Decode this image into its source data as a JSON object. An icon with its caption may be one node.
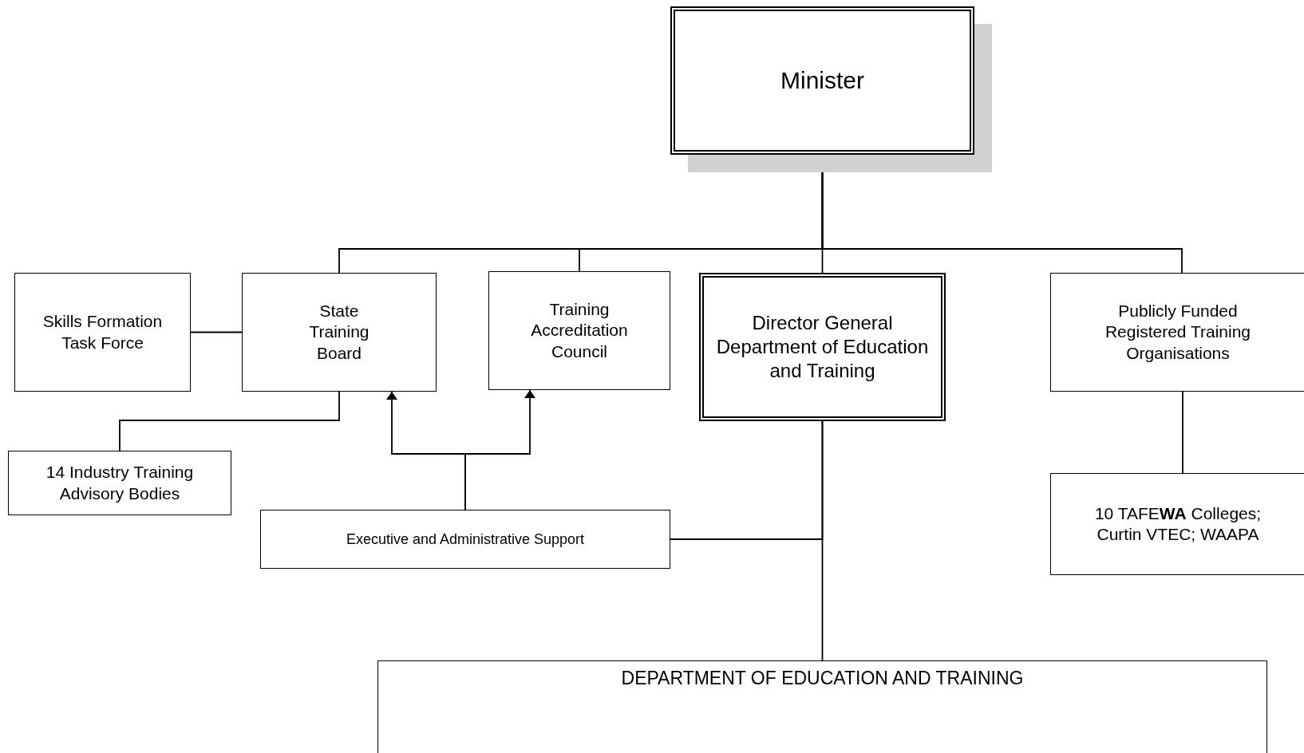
{
  "diagram": {
    "nodes": [
      {
        "text": [
          "Minister"
        ]
      },
      {
        "text": [
          "Skills Formation Task Force"
        ]
      },
      {
        "text": [
          "State Training Board"
        ]
      },
      {
        "text": [
          "Training Accreditation Council"
        ]
      },
      {
        "text": [
          "Director General Department of Education and Training"
        ]
      },
      {
        "text": [
          "Publicly Funded Registered Training Organisations"
        ]
      },
      {
        "text": [
          "14 Industry Training Advisory Bodies"
        ]
      },
      {
        "text": [
          "Executive and Administrative Support"
        ]
      },
      {
        "text": [
          "10 TAFE**WA** Colleges; Curtin VTEC; WAAPA"
        ]
      },
      {
        "text": [
          "DEPARTMENT OF EDUCATION AND TRAINING"
        ]
      }
    ],
    "edges": [
      {
        "from": 0,
        "to": 2,
        "arrow": "none"
      },
      {
        "from": 0,
        "to": 3,
        "arrow": "none"
      },
      {
        "from": 0,
        "to": 4,
        "arrow": "none"
      },
      {
        "from": 0,
        "to": 5,
        "arrow": "none"
      },
      {
        "from": 1,
        "to": 2,
        "arrow": "none"
      },
      {
        "from": 2,
        "to": 6,
        "arrow": "none"
      },
      {
        "from": 7,
        "to": 2,
        "arrow": "to"
      },
      {
        "from": 7,
        "to": 3,
        "arrow": "to"
      },
      {
        "from": 4,
        "to": 7,
        "arrow": "none"
      },
      {
        "from": 4,
        "to": 9,
        "arrow": "none"
      },
      {
        "from": 5,
        "to": 8,
        "arrow": "none"
      }
    ]
  }
}
